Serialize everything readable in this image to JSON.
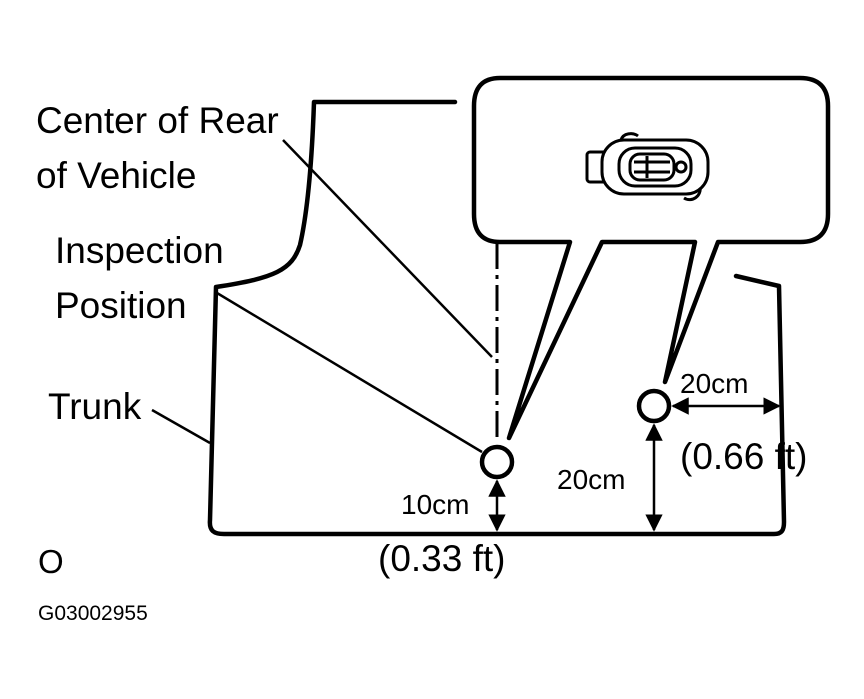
{
  "labels": {
    "center_line1": "Center of Rear",
    "center_line2": "of Vehicle",
    "inspection_line1": "Inspection",
    "inspection_line2": "Position",
    "trunk": "Trunk",
    "dist_10cm": "10cm",
    "dist_033ft": "(0.33 ft)",
    "dist_20cm_vertical": "20cm",
    "dist_20cm_horizontal": "20cm",
    "dist_066ft": "(0.66 ft)",
    "corner_mark": "O",
    "figure_code": "G03002955"
  },
  "icons": {
    "inset": "smart-key-icon"
  },
  "colors": {
    "line": "#000000",
    "background": "#ffffff"
  }
}
